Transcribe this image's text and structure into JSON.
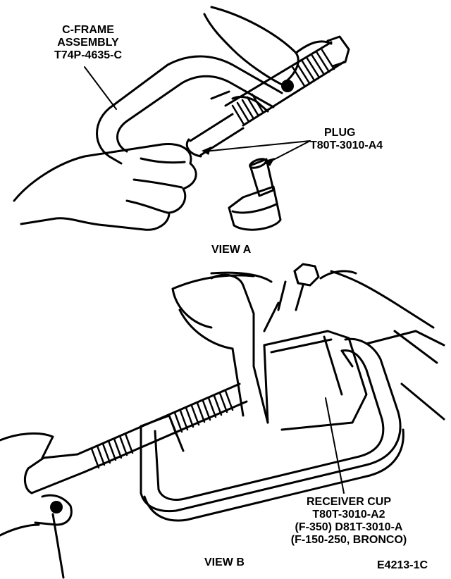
{
  "labels": {
    "cframe": {
      "line1": "C-FRAME",
      "line2": "ASSEMBLY",
      "line3": "T74P-4635-C"
    },
    "plug": {
      "line1": "PLUG",
      "line2": "T80T-3010-A4"
    },
    "view_a": "VIEW A",
    "receiver": {
      "line1": "RECEIVER CUP",
      "line2": "T80T-3010-A2",
      "line3": "(F-350) D81T-3010-A",
      "line4": "(F-150-250, BRONCO)"
    },
    "view_b": "VIEW B",
    "figure_code": "E4213-1C"
  }
}
